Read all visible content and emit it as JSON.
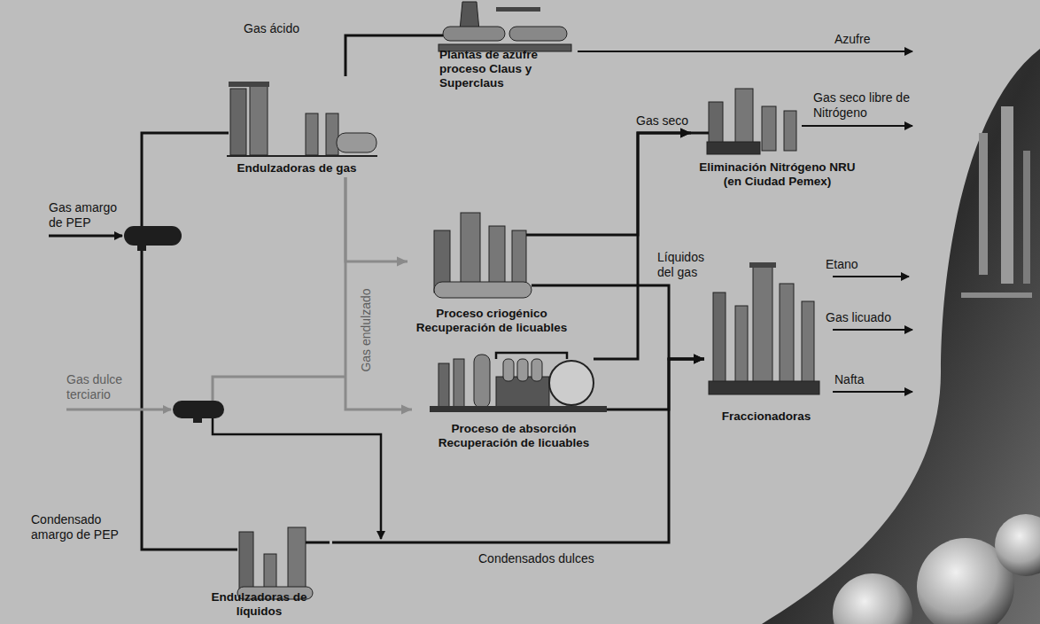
{
  "diagram": {
    "nodes": [
      {
        "text": [
          "Endulzadoras de gas"
        ]
      },
      {
        "text": [
          "Plantas de azufre proceso Claus y Superclaus"
        ]
      },
      {
        "text": [
          "Proceso criogénico",
          "Recuperación de licuables"
        ]
      },
      {
        "text": [
          "Eliminación Nitrógeno NRU",
          "(en Ciudad Pemex)"
        ]
      },
      {
        "text": [
          "Proceso de absorción",
          "Recuperación de licuables"
        ]
      },
      {
        "text": [
          "Fraccionadoras"
        ]
      },
      {
        "text": [
          "Endulzadoras de líquidos"
        ]
      }
    ],
    "edges": [
      {
        "from": 0,
        "to": 1,
        "label": "Gas ácido",
        "arrow": "none"
      },
      {
        "from": 0,
        "to": 2,
        "arrow": "to"
      },
      {
        "from": 0,
        "to": 4,
        "arrow": "to"
      },
      {
        "from": 2,
        "to": 3,
        "label": "Gas seco",
        "arrow": "to"
      },
      {
        "from": 4,
        "to": 3,
        "arrow": "to"
      },
      {
        "from": 2,
        "to": 5,
        "label": "Líquidos del gas",
        "arrow": "to"
      },
      {
        "from": 4,
        "to": 5,
        "arrow": "to"
      },
      {
        "from": 6,
        "to": 5,
        "label": "Condensados dulces",
        "arrow": "to"
      }
    ],
    "labels": [
      "Gas amargo de PEP",
      "Gas dulce terciario",
      "Condensado amargo de PEP",
      "Gas endulzado",
      "Azufre",
      "Gas seco libre de Nitrógeno",
      "Etano",
      "Gas licuado",
      "Nafta"
    ]
  }
}
